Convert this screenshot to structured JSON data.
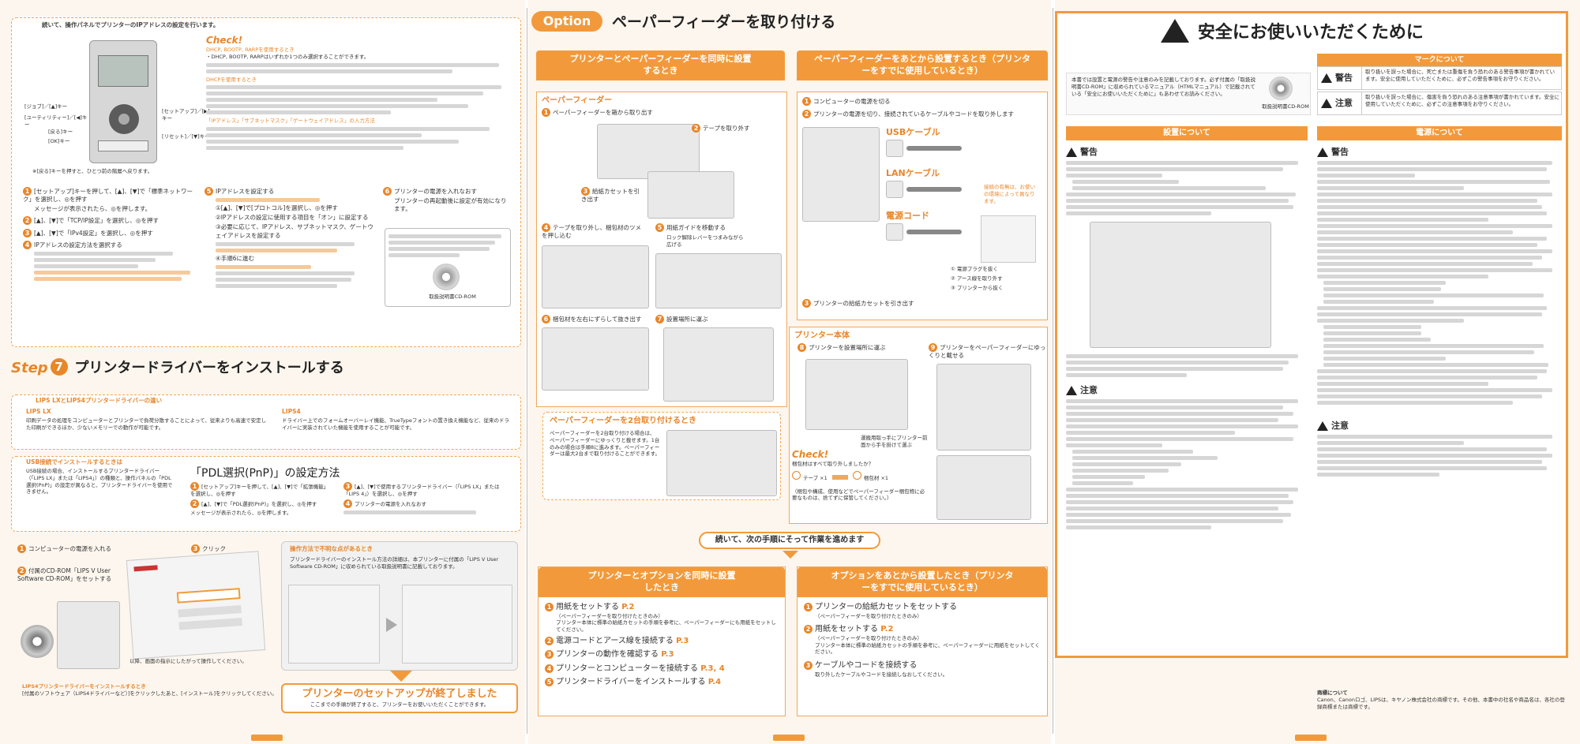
{
  "p4": {
    "top_banner": "続いて、操作パネルでプリンターのIPアドレスの設定を行います。",
    "panel_labels": {
      "job": "[ジョブ]／[▲]キー",
      "utility": "[ユーティリティー]／[◀]キー",
      "back": "[戻る]キー",
      "ok": "[OK]キー",
      "setup": "[セットアップ]／[▶]キー",
      "reset": "[リセット]／[▼]キー",
      "note": "※[戻る]キーを押すと、ひとつ前の階層へ戻ります。"
    },
    "check": {
      "title": "Check!",
      "heading1": "DHCP, BOOTP, RARPを使用するとき",
      "text1": "・DHCP, BOOTP, RARPはいずれか1つのみ選択することができます。",
      "heading2": "DHCPを使用するとき",
      "heading3": "「IPアドレス」「サブネットマスク」「ゲートウェイアドレス」の入力方法"
    },
    "steps_left": [
      {
        "n": "1",
        "text": "[セットアップ]キーを押して、[▲]、[▼]で「標準ネットワーク」を選択し、◎を押す"
      },
      {
        "n": "",
        "text": "メッセージが表示されたら、◎を押します。"
      },
      {
        "n": "2",
        "text": "[▲]、[▼]で「TCP/IP設定」を選択し、◎を押す"
      },
      {
        "n": "3",
        "text": "[▲]、[▼]で「IPv4設定」を選択し、◎を押す"
      },
      {
        "n": "4",
        "text": "IPアドレスの設定方法を選択する"
      }
    ],
    "steps_mid": [
      {
        "n": "5",
        "text": "IPアドレスを設定する"
      },
      {
        "n": "",
        "text": "①[▲]、[▼]で[プロトコル]を選択し、◎を押す"
      },
      {
        "n": "",
        "text": "②IPアドレスの設定に使用する項目を「オン」に設定する"
      },
      {
        "n": "",
        "text": "③必要に応じて、IPアドレス、サブネットマスク、ゲートウェイアドレスを設定する"
      },
      {
        "n": "",
        "text": "④手順6に進む"
      }
    ],
    "step6": {
      "n": "6",
      "text": "プリンターの電源を入れなおす",
      "sub": "プリンターの再起動後に設定が有効になります。"
    },
    "cd_label": "取扱説明書CD-ROM",
    "step7": {
      "label": "Step",
      "num": "7",
      "title": "プリンタードライバーをインストールする"
    },
    "lips_diff": {
      "heading": "LIPS LXとLIPS4プリンタードライバーの違い",
      "lx_title": "LIPS LX",
      "lx_text": "印刷データの処理をコンピューターとプリンターで負荷分散することによって、従来よりも高速で安定した印刷ができるほか、少ないメモリーでの動作が可能です。",
      "l4_title": "LIPS4",
      "l4_text": "ドライバー上でのフォームオーバーレイ機能、TrueTypeフォントの置き換え機能など、従来のドライバーに実装されていた機能を使用することが可能です。"
    },
    "usb": {
      "heading": "USB接続でインストールするときは",
      "text": "USB接続の場合、インストールするプリンタードライバー（「LIPS LX」または「LIPS4」）の種類と、操作パネルの「PDL選択(PnP)」の設定が異なると、プリンタードライバーを使用できません。",
      "pdl_title": "「PDL選択(PnP)」の設定方法",
      "pdl1": "[セットアップ]キーを押して、[▲]、[▼]で「拡張機能」を選択し、◎を押す",
      "pdl2": "[▲]、[▼]で「PDL選択(PnP)」を選択し、◎を押す",
      "pdl_msg": "メッセージが表示されたら、◎を押します。",
      "pdl3": "[▲]、[▼]で使用するプリンタードライバー（「LIPS LX」または「LIPS 4」）を選択し、◎を押す",
      "pdl4": "プリンターの電源を入れなおす"
    },
    "install": {
      "s1": "コンピューターの電源を入れる",
      "s2": "付属のCD-ROM「LIPS V User Software CD-ROM」をセットする",
      "s3": "クリック",
      "follow": "以降、画面の指示にしたがって操作してください。",
      "foot_head": "LIPS4プリンタードライバーをインストールするとき",
      "foot_text": "[付属のソフトウェア（LIPS4ドライバーなど）]をクリックしたあと、[インストール]をクリックしてください。"
    },
    "notice": {
      "heading": "操作方法で不明な点があるとき",
      "text": "プリンタードライバーのインストール方法の詳細は、本プリンターに付属の「LIPS V User Software CD-ROM」に収められている取扱説明書に記載しております。"
    },
    "finished": {
      "title": "プリンターのセットアップが終了しました",
      "sub": "ここまでの手順が終了すると、プリンターをお使いいただくことができます。"
    }
  },
  "p5": {
    "option_tag": "Option",
    "title": "ペーパーフィーダーを取り付ける",
    "col1_head": "プリンターとペーパーフィーダーを同時に設置するとき",
    "col2_head": "ペーパーフィーダーをあとから設置するとき（プリンターをすでに使用しているとき）",
    "feeder_title": "ペーパーフィーダー",
    "f1": "ペーパーフィーダーを箱から取り出す",
    "f2": "テープを取り外す",
    "f3": "給紙カセットを引き出す",
    "f4": "テープを取り外し、梱包材のツメを押し込む",
    "f5": "用紙ガイドを移動する",
    "f5b": "ロック解除レバーをつまみながら広げる",
    "f6": "梱包材を左右にずらして抜き出す",
    "f7": "設置場所に運ぶ",
    "r1": "コンピューターの電源を切る",
    "r2": "プリンターの電源を切り、接続されているケーブルやコードを取り外します",
    "usb_cable": "USBケーブル",
    "lan_cable": "LANケーブル",
    "power_cord": "電源コード",
    "note_cable": "接続の有無は、お使いの環境によって異なります。",
    "r2a": "① 電源プラグを抜く",
    "r2b": "② アース線を取り外す",
    "r2c": "③ プリンターから抜く",
    "r3": "プリンターの給紙カセットを引き出す",
    "body_title": "プリンター本体",
    "b8": "プリンターを設置場所に運ぶ",
    "b9": "プリンターをペーパーフィーダーにゆっくりと載せる",
    "b_note": "運搬用取っ手にプリンター前面から手を掛けて運ぶ",
    "two_title": "ペーパーフィーダーを2台取り付けるとき",
    "two_text": "ペーパーフィーダーを2台取り付ける場合は、ペーパーフィーダーにゆっくりと載せます。1台のみの場合は手順8に進みます。ペーパーフィーダーは最大2台まで取り付けることができます。",
    "check2_title": "Check!",
    "check2_q": "梱包材はすべて取り外しましたか？",
    "tape": "テープ ×1",
    "pack": "梱包材 ×1",
    "check2_note": "（梱包や構成、使用などでペーパーフィーダー梱包物に必要なものは、捨てずに保管してください。）",
    "continue": "続いて、次の手順にそって作業を進めます",
    "bot1_head": "プリンターとオプションを同時に設置したとき",
    "bot2_head": "オプションをあとから設置したとき（プリンターをすでに使用しているとき）",
    "bot1": [
      {
        "n": "1",
        "text": "用紙をセットする",
        "ref": "P.2",
        "sub": "（ペーパーフィーダーを取り付けたときのみ）"
      },
      {
        "n": "2",
        "text": "電源コードとアース線を接続する",
        "ref": "P.3"
      },
      {
        "n": "3",
        "text": "プリンターの動作を確認する",
        "ref": "P.3"
      },
      {
        "n": "4",
        "text": "プリンターとコンピューターを接続する",
        "ref": "P.3, 4"
      },
      {
        "n": "5",
        "text": "プリンタードライバーをインストールする",
        "ref": "P.4"
      }
    ],
    "bot1_note": "プリンター本体に標準の給紙カセットの手順を参考に、ペーパーフィーダーにも用紙をセットしてください。",
    "bot2": [
      {
        "n": "1",
        "text": "プリンターの給紙カセットをセットする",
        "ref": "",
        "sub": "（ペーパーフィーダーを取り付けたときのみ）"
      },
      {
        "n": "2",
        "text": "用紙をセットする",
        "ref": "P.2",
        "sub": "（ペーパーフィーダーを取り付けたときのみ）"
      },
      {
        "n": "3",
        "text": "ケーブルやコードを接続する",
        "ref": "",
        "sub": "取り外したケーブルやコードを接続しなおしてください。"
      }
    ],
    "bot2_note": "プリンター本体に標準の給紙カセットの手順を参考に、ペーパーフィーダーに用紙をセットしてください。"
  },
  "p6": {
    "title": "安全にお使いいただくために",
    "mark_head": "マークについて",
    "intro": "本書では設置と電源の警告や注意のみを記載しております。必ず付属の「取扱説明書CD-ROM」に収められているマニュアル（HTMLマニュアル）で記載されている「安全にお使いいただくために」もあわせてお読みください。",
    "cd_label": "取扱説明書CD-ROM",
    "warn_label": "警告",
    "warn_desc": "取り扱いを誤った場合に、死亡または重傷を負う恐れのある警告事項が書かれています。安全に使用していただくために、必ずこの警告事項をお守りください。",
    "caution_label": "注意",
    "caution_desc": "取り扱いを誤った場合に、傷害を負う恐れのある注意事項が書かれています。安全に使用していただくために、必ずこの注意事項をお守りください。",
    "install_head": "設置について",
    "power_head": "電源について",
    "warn1": "警告",
    "caution1": "注意",
    "warn2": "警告",
    "caution2": "注意",
    "trademark_head": "商標について",
    "trademark": "Canon、Canonロゴ、LIPSは、キヤノン株式会社の商標です。その他、本書中の社名や商品名は、各社の登録商標または商標です。"
  }
}
